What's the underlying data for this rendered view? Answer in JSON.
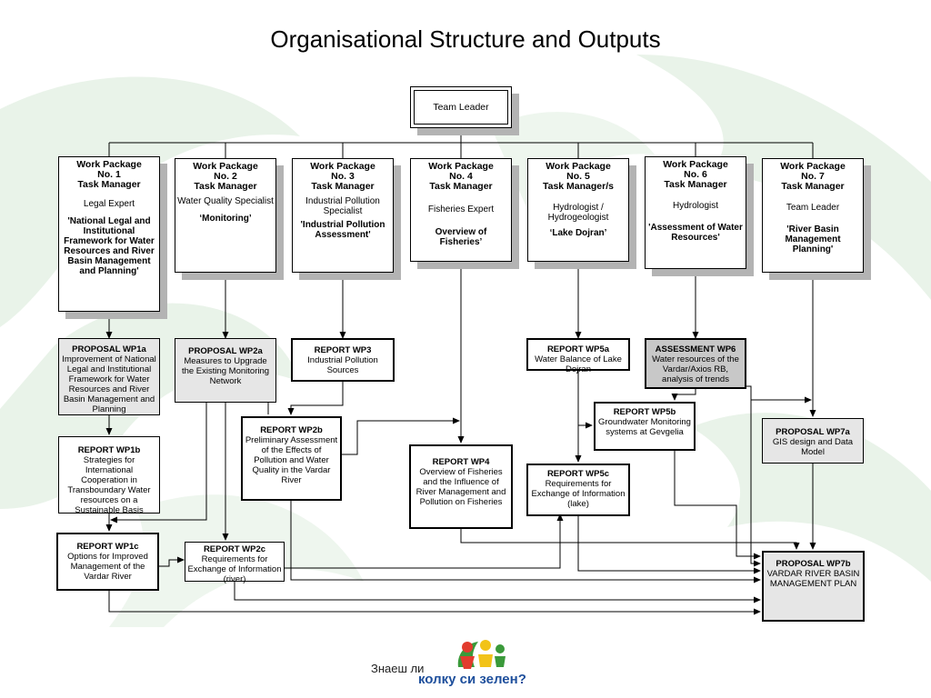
{
  "title": "Organisational Structure and Outputs",
  "team_leader": "Team Leader",
  "work_packages": [
    {
      "head": "Work Package\nNo. 1\nTask Manager",
      "role": "Legal Expert",
      "output": "'National Legal and Institutional Framework for Water Resources and River Basin Management and Planning'"
    },
    {
      "head": "Work Package\nNo. 2\nTask Manager",
      "role": "Water Quality Specialist",
      "output": "‘Monitoring’"
    },
    {
      "head": "Work Package\nNo. 3\nTask Manager",
      "role": "Industrial Pollution Specialist",
      "output": "'Industrial Pollution Assessment'"
    },
    {
      "head": "Work Package\nNo. 4\nTask Manager",
      "role": "Fisheries Expert",
      "output": "Overview of Fisheries’"
    },
    {
      "head": "Work Package\nNo. 5\nTask Manager/s",
      "role": "Hydrologist / Hydrogeologist",
      "output": "‘Lake Dojran’"
    },
    {
      "head": "Work Package\nNo. 6\nTask Manager",
      "role": "Hydrologist",
      "output": "'Assessment of Water Resources'"
    },
    {
      "head": "Work Package\nNo. 7\nTask Manager",
      "role": "Team Leader",
      "output": "'River Basin Management Planning'"
    }
  ],
  "outputs": {
    "wp1a": {
      "head": "PROPOSAL WP1a",
      "text": "Improvement of National Legal and Institutional Framework for Water Resources and River Basin Management and Planning"
    },
    "wp1b": {
      "head": "REPORT WP1b",
      "text": "Strategies for International Cooperation in Transboundary Water resources on a Sustainable Basis"
    },
    "wp1c": {
      "head": "REPORT WP1c",
      "text": "Options for Improved Management of the Vardar River"
    },
    "wp2a": {
      "head": "PROPOSAL WP2a",
      "text": "Measures to Upgrade the Existing Monitoring Network"
    },
    "wp2b": {
      "head": "REPORT WP2b",
      "text": "Preliminary Assessment of the Effects of Pollution and Water Quality in the Vardar River"
    },
    "wp2c": {
      "head": "REPORT WP2c",
      "text": "Requirements for Exchange of Information (river)"
    },
    "wp3": {
      "head": "REPORT WP3",
      "text": "Industrial Pollution Sources"
    },
    "wp4": {
      "head": "REPORT WP4",
      "text": "Overview of Fisheries and the Influence of River Management and Pollution on Fisheries"
    },
    "wp5a": {
      "head": "REPORT WP5a",
      "text": "Water Balance of Lake Dojran"
    },
    "wp5b": {
      "head": "REPORT WP5b",
      "text": "Groundwater Monitoring systems at Gevgelia"
    },
    "wp5c": {
      "head": "REPORT WP5c",
      "text": "Requirements for Exchange of Information (lake)"
    },
    "wp6": {
      "head": "ASSESSMENT WP6",
      "text": "Water resources of the Vardar/Axios RB, analysis of trends"
    },
    "wp7a": {
      "head": "PROPOSAL WP7a",
      "text": "GIS design and Data Model"
    },
    "wp7b": {
      "head": "PROPOSAL WP7b",
      "text": "VARDAR RIVER BASIN MANAGEMENT PLAN"
    }
  },
  "logo": {
    "line1": "Знаеш ли",
    "line2": "колку си зелен?"
  },
  "colors": {
    "background_swirl": "#e9f3e9",
    "shadow": "#b3b3b3",
    "grey_box": "#e6e6e6",
    "dark_box": "#c8c8c8",
    "logo_text": "#1e4f9c"
  }
}
